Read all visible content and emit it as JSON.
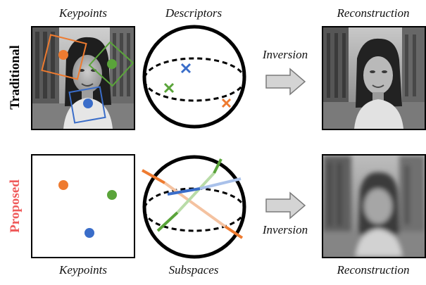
{
  "top_row": {
    "label": "Traditional",
    "label_color": "#000000",
    "captions": {
      "keypoints": "Keypoints",
      "descriptors": "Descriptors",
      "inversion": "Inversion",
      "reconstruction": "Reconstruction"
    },
    "keypoints": [
      {
        "color": "#ee7b30",
        "shape": "dot",
        "box": "rotated-square"
      },
      {
        "color": "#5aa43a",
        "shape": "dot",
        "box": "rotated-square"
      },
      {
        "color": "#3a6dc9",
        "shape": "dot",
        "box": "rotated-square"
      }
    ],
    "descriptors": [
      {
        "color": "#3a6dc9",
        "marker": "x"
      },
      {
        "color": "#5aa43a",
        "marker": "x"
      },
      {
        "color": "#ee7b30",
        "marker": "x"
      }
    ],
    "reconstruction_quality": "sharp"
  },
  "bottom_row": {
    "label": "Proposed",
    "label_color": "#ef5a5a",
    "captions": {
      "keypoints": "Keypoints",
      "subspaces": "Subspaces",
      "inversion": "Inversion",
      "reconstruction": "Reconstruction"
    },
    "keypoints": [
      {
        "color": "#ee7b30",
        "shape": "dot"
      },
      {
        "color": "#5aa43a",
        "shape": "dot"
      },
      {
        "color": "#3a6dc9",
        "shape": "dot"
      }
    ],
    "subspaces": [
      {
        "color": "#5aa43a",
        "marker": "line"
      },
      {
        "color": "#3a6dc9",
        "marker": "line"
      },
      {
        "color": "#ee7b30",
        "marker": "line"
      }
    ],
    "reconstruction_quality": "blurry"
  },
  "arrow_icon": "right-arrow-icon"
}
